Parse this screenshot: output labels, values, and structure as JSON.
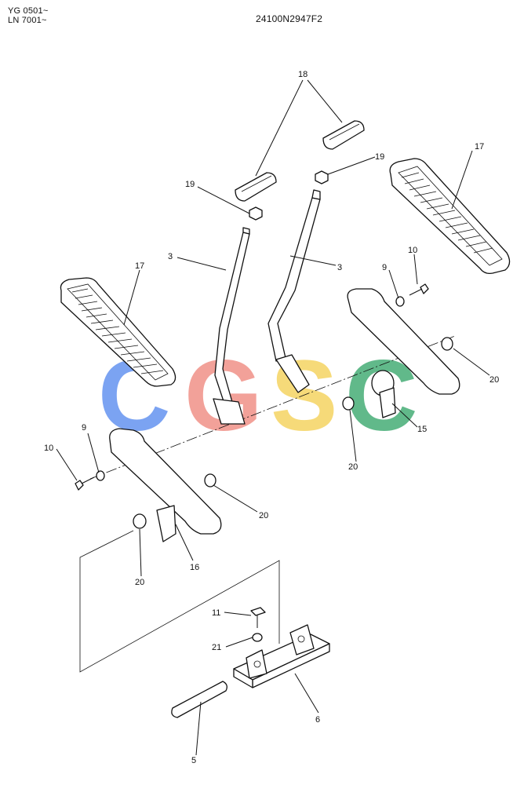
{
  "header": {
    "serial_lines": [
      "YG 0501~",
      "LN 7001~"
    ],
    "drawing_code": "24100N2947F2"
  },
  "watermark": {
    "text": "CGSC",
    "colors": [
      "#5b8df0",
      "#f08a80",
      "#f5d258",
      "#3aa86e"
    ]
  },
  "callouts": [
    "18",
    "17",
    "19",
    "19",
    "3",
    "3",
    "17",
    "9",
    "10",
    "20",
    "9",
    "10",
    "20",
    "15",
    "20",
    "16",
    "20",
    "11",
    "21",
    "6",
    "5"
  ]
}
